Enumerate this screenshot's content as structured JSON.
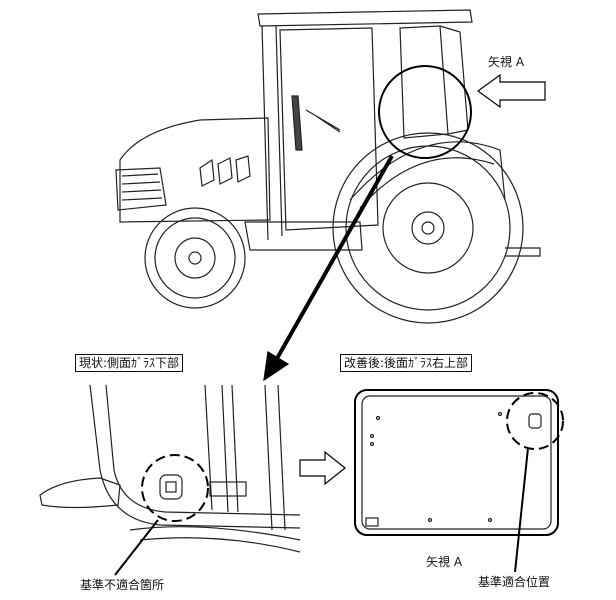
{
  "labels": {
    "view_a_top": "矢視 A",
    "current_state": "現状:側面ｶﾞﾗｽ下部",
    "improved": "改善後:後面ｶﾞﾗｽ右上部",
    "non_compliant": "基準不適合箇所",
    "view_a_bottom": "矢視 A",
    "compliant": "基準適合位置"
  }
}
